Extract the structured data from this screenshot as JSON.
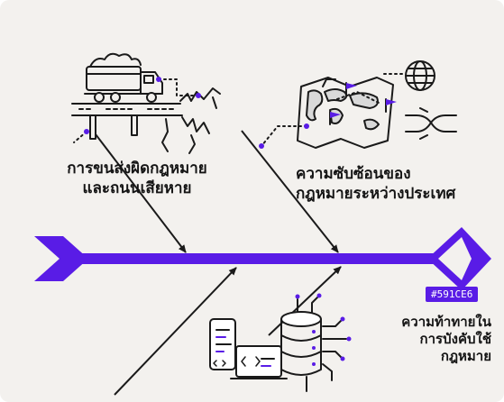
{
  "causes": {
    "road_transport": [
      "การขนส่งผิดกฎหมาย",
      "และถนนเสียหาย"
    ],
    "international_law": [
      "ความซับซ้อนของ",
      "กฎหมายระหว่างประเทศ"
    ]
  },
  "effect": {
    "color_tag": "#591CE6",
    "lines": [
      "ความท้าทายใน",
      "การบังคับใช้",
      "กฎหมาย"
    ]
  },
  "colors": {
    "spine": "#591CE6",
    "ink": "#1a1a1a",
    "background": "#f3f1ee"
  },
  "icons": [
    "truck-icon",
    "bridge-icon",
    "broken-road-icon",
    "world-map-icon",
    "globe-icon",
    "crossing-arrows-icon",
    "phone-code-icon",
    "laptop-code-icon",
    "database-icon",
    "circuit-icon"
  ]
}
